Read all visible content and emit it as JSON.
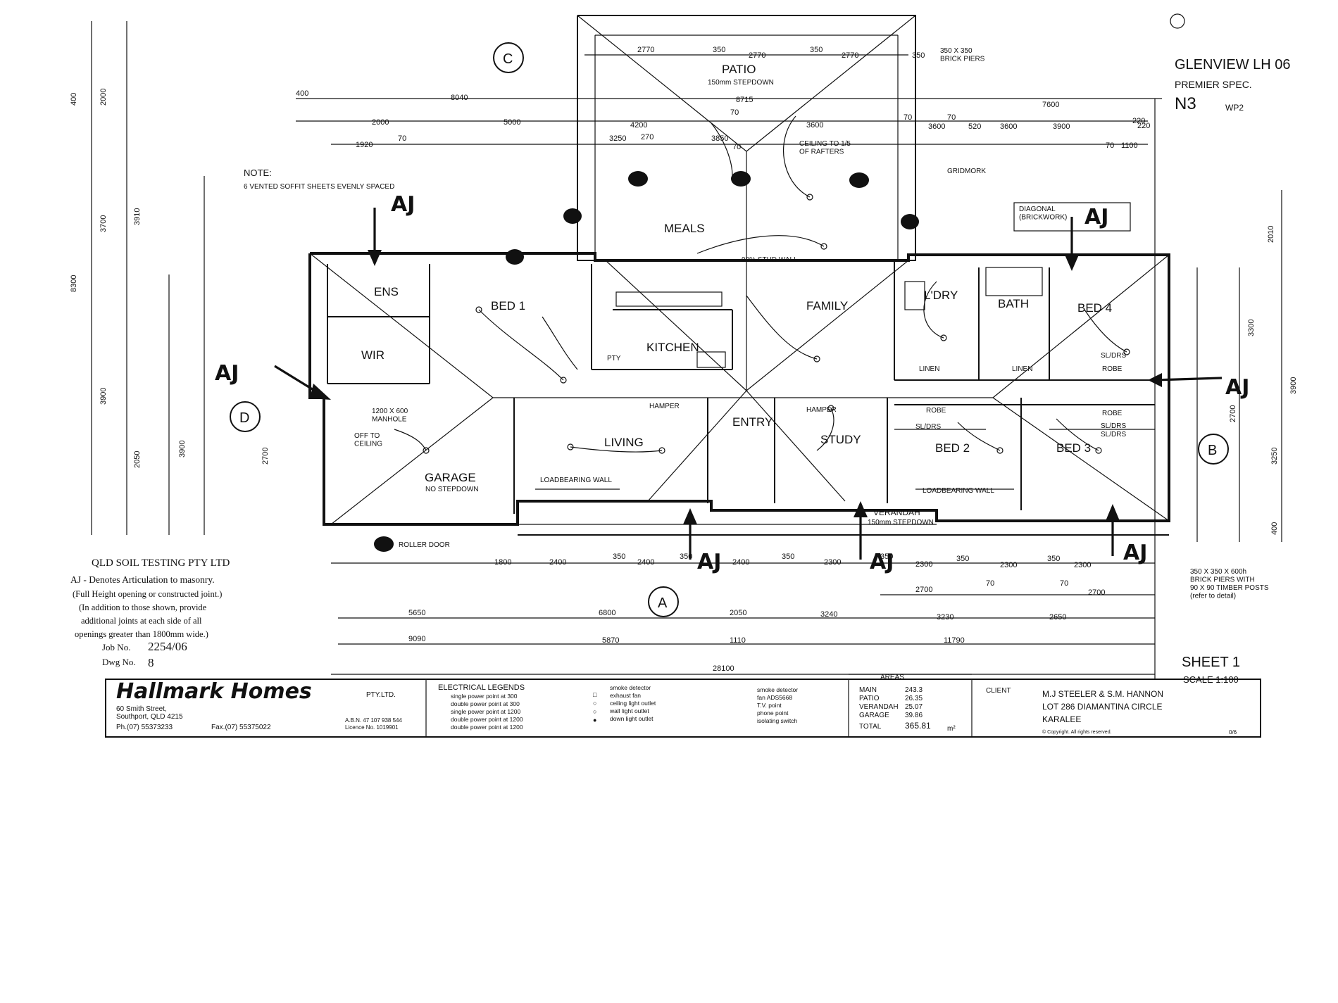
{
  "title": {
    "line1": "GLENVIEW LH 06",
    "line2": "PREMIER SPEC.",
    "line3": "N3",
    "line3b": "WP2"
  },
  "elevations": {
    "a": "A",
    "b": "B",
    "c": "C",
    "d": "D"
  },
  "rooms": {
    "patio": "PATIO",
    "patio_note": "150mm STEPDOWN",
    "meals": "MEALS",
    "bed1": "BED 1",
    "ens": "ENS",
    "wir": "WIR",
    "kitchen": "KITCHEN",
    "pty": "PTY",
    "family": "FAMILY",
    "ldry": "L'DRY",
    "bath": "BATH",
    "bed4": "BED 4",
    "linen1": "LINEN",
    "linen2": "LINEN",
    "garage": "GARAGE",
    "garage_note": "NO STEPDOWN",
    "living": "LIVING",
    "entry": "ENTRY",
    "study": "STUDY",
    "bed2": "BED 2",
    "bed3": "BED 3",
    "verandah": "VERANDAH",
    "verandah_note": "150mm STEPDOWN"
  },
  "notes": {
    "note_head": "NOTE:",
    "note_body": "6 VENTED SOFFIT SHEETS EVENLY SPACED",
    "brick_piers": "350 X 350\nBRICK PIERS",
    "ceiling": "CEILING TO 1/5\nOF RAFTERS",
    "gridmork": "GRIDMORK",
    "diagonal": "DIAGONAL\n(BRICKWORK)",
    "manhole": "1200 X 600\nMANHOLE",
    "off_ceiling": "OFF TO\nCEILING",
    "loadbearing1": "LOADBEARING WALL",
    "loadbearing2": "LOADBEARING WALL",
    "stud_wall": "90% STUD WALL",
    "hamper1": "HAMPER",
    "hamper2": "HAMPER",
    "robe1": "ROBE",
    "robe2": "ROBE",
    "robe3": "ROBE",
    "sl_drs1": "SL/DRS",
    "sl_drs2": "SL/DRS",
    "sl_drs3": "SL/DRS",
    "sl_drs4": "SL/DRS",
    "timber_posts": "350 X 350 X 600h\nBRICK PIERS WITH\n90 X 90 TIMBER POSTS\n(refer to detail)",
    "roller_door": "ROLLER DOOR"
  },
  "dims": {
    "top": [
      "2770",
      "350",
      "2770",
      "350",
      "2770",
      "350"
    ],
    "row2": [
      "400",
      "8040",
      "7600",
      "8715",
      "220"
    ],
    "row3": [
      "2000",
      "5000",
      "4200",
      "70",
      "3600",
      "70",
      "3600",
      "70",
      "520",
      "3600",
      "3900",
      "220"
    ],
    "row4": [
      "1920",
      "70",
      "3250",
      "270",
      "3850",
      "70",
      "70",
      "1100"
    ],
    "bottom1": [
      "1800",
      "2400",
      "350",
      "2400",
      "350",
      "2400",
      "350",
      "2300",
      "350",
      "2300",
      "350",
      "2300",
      "350",
      "2300"
    ],
    "bottom2": [
      "2700",
      "2700",
      "70",
      "70"
    ],
    "bottom3": [
      "5650",
      "6800",
      "2050",
      "3240",
      "3230",
      "2650"
    ],
    "bottom4": [
      "9090",
      "5870",
      "1110",
      "11790"
    ],
    "total": "28100",
    "left": [
      "400",
      "2000",
      "3700",
      "3910",
      "3900",
      "2050",
      "8300",
      "3900",
      "2700"
    ],
    "right": [
      "2010",
      "3300",
      "3900",
      "3250",
      "2700",
      "400"
    ]
  },
  "soil": {
    "company": "QLD SOIL TESTING PTY LTD",
    "line1": "AJ - Denotes Articulation to masonry.",
    "line2": "(Full Height opening or constructed joint.)",
    "line3": "(In addition to those shown, provide",
    "line4": "additional joints at each side of all",
    "line5": "openings greater than 1800mm wide.)",
    "job_label": "Job No.",
    "job_value": "2254/06",
    "dwg_label": "Dwg No.",
    "dwg_value": "8"
  },
  "aj_marks": [
    "AJ",
    "AJ",
    "AJ",
    "AJ",
    "AJ",
    "AJ",
    "AJ"
  ],
  "sheet": {
    "label": "SHEET 1",
    "scale": "SCALE 1:100"
  },
  "titleblock": {
    "brand": "Hallmark Homes",
    "brand_sub": "PTY.LTD.",
    "address1": "60 Smith Street,",
    "address2": "Southport, QLD 4215",
    "phone": "Ph.(07) 55373233",
    "fax": "Fax.(07) 55375022",
    "abn": "A.B.N. 47 107 938 544",
    "lic": "Licence No. 1019901",
    "legend_head": "ELECTRICAL LEGENDS",
    "legend_a": [
      "single power point at 300",
      "double power point at 300",
      "single power point at 1200",
      "double power point at 1200",
      "double power point at 1200"
    ],
    "legend_b": [
      "smoke detector",
      "exhaust fan",
      "ceiling light outlet",
      "wall light outlet",
      "down light outlet"
    ],
    "legend_c": [
      "smoke detector",
      "fan ADS5668",
      "T.V. point",
      "phone point",
      "isolating switch"
    ],
    "areas_head": "AREAS",
    "areas": [
      {
        "label": "MAIN",
        "value": "243.3"
      },
      {
        "label": "PATIO",
        "value": "26.35"
      },
      {
        "label": "VERANDAH",
        "value": "25.07"
      },
      {
        "label": "GARAGE",
        "value": "39.86"
      },
      {
        "label": "TOTAL",
        "value": "365.81"
      }
    ],
    "area_unit": "m²",
    "client_label": "CLIENT",
    "client": "M.J STEELER & S.M. HANNON",
    "lot": "LOT 286 DIAMANTINA CIRCLE",
    "suburb": "KARALEE",
    "copyright": "© Copyright. All rights reserved.",
    "rev": "0/6"
  }
}
